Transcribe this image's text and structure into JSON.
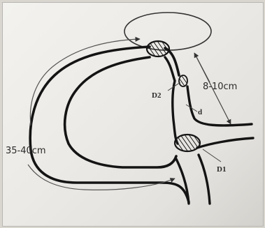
{
  "diagram": {
    "labels": {
      "length_upper": "8-10cm",
      "length_lower": "35-40cm",
      "d2": "D2",
      "d1": "D1",
      "d_small": "d"
    },
    "colors": {
      "ink": "#1a1a1a",
      "paper": "#efeeeb"
    }
  }
}
